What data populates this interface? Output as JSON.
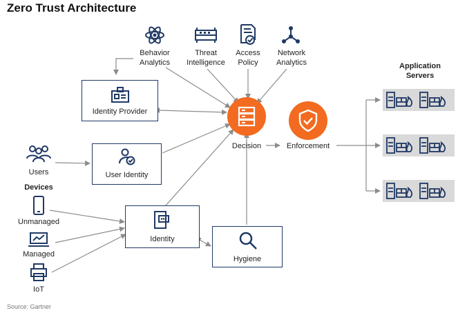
{
  "title": "Zero Trust Architecture",
  "source": "Source: Gartner",
  "inputs_top": {
    "behavior": "Behavior\nAnalytics",
    "threat": "Threat\nIntelligence",
    "access": "Access\nPolicy",
    "network": "Network\nAnalytics"
  },
  "nodes": {
    "identity_provider": "Identity Provider",
    "users": "Users",
    "user_identity": "User Identity",
    "devices_heading": "Devices",
    "unmanaged": "Unmanaged",
    "managed": "Managed",
    "iot": "IoT",
    "identity": "Identity",
    "hygiene": "Hygiene",
    "decision": "Decision",
    "enforcement": "Enforcement",
    "app_servers": "Application\nServers"
  },
  "colors": {
    "accent": "#f26b21",
    "navy": "#1f3864",
    "arrow": "#8c8c8c",
    "server_bg": "#d9d9d9"
  },
  "icons": {
    "behavior": "atom-icon",
    "threat": "server-rack-icon",
    "access": "policy-document-icon",
    "network": "network-nodes-icon",
    "identity_provider": "id-badge-icon",
    "users": "users-group-icon",
    "user_identity": "user-check-icon",
    "unmanaged": "mobile-phone-icon",
    "managed": "laptop-chart-icon",
    "iot": "printer-icon",
    "identity": "device-identity-icon",
    "hygiene": "magnifier-icon",
    "decision": "server-stack-icon",
    "enforcement": "shield-check-icon",
    "servers": "server-firewall-icon"
  }
}
